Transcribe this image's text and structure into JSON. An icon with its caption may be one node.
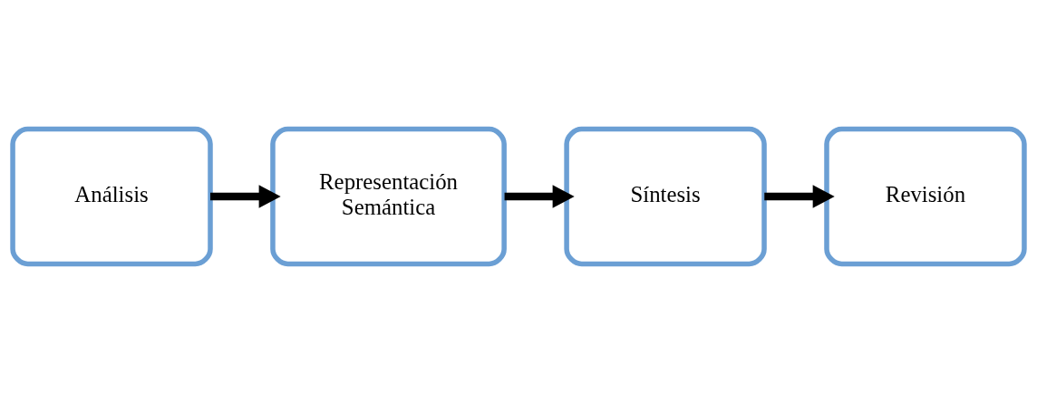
{
  "diagram": {
    "nodes": [
      {
        "text": [
          "Análisis"
        ]
      },
      {
        "text": [
          "Representación Semántica"
        ]
      },
      {
        "text": [
          "Síntesis"
        ]
      },
      {
        "text": [
          "Revisión"
        ]
      }
    ],
    "edges": [
      {
        "from": 0,
        "to": 1,
        "arrow": "to"
      },
      {
        "from": 1,
        "to": 2,
        "arrow": "to"
      },
      {
        "from": 2,
        "to": 3,
        "arrow": "to"
      }
    ]
  }
}
